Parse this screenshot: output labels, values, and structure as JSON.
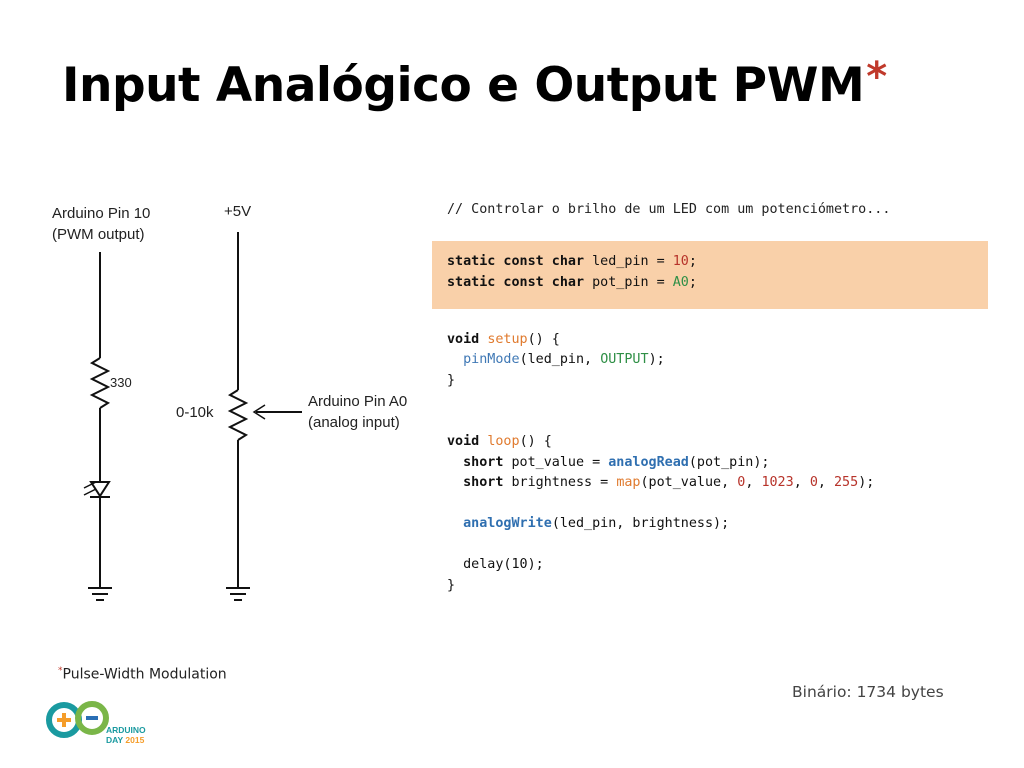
{
  "slide": {
    "title": "Input Analógico e Output PWM",
    "title_marker": "*"
  },
  "schematic": {
    "pin10_label": "Arduino Pin 10",
    "pin10_sub": "(PWM output)",
    "resistor_label": "330",
    "vcc_label": "+5V",
    "pot_label": "0-10k",
    "pinA0_label": "Arduino Pin A0",
    "pinA0_sub": "(analog input)"
  },
  "code": {
    "comment": "// Controlar o brilho de um LED com um potenciómetro...",
    "kw_static_const_char": "static const char",
    "kw_void": "void",
    "kw_short": "short",
    "led_pin": "led_pin",
    "pot_pin": "pot_pin",
    "eq": " = ",
    "semi": ";",
    "val_10": "10",
    "val_A0": "A0",
    "setup": "setup",
    "loop": "loop",
    "sig_open": "() {",
    "close_brace": "}",
    "pinMode": "pinMode",
    "pinMode_args_a": "(led_pin, ",
    "OUTPUT": "OUTPUT",
    "close_paren_semi": ");",
    "pot_value_decl": " pot_value = ",
    "analogRead": "analogRead",
    "analogRead_args": "(pot_pin);",
    "brightness_decl": " brightness = ",
    "map": "map",
    "map_arg_open": "(pot_value, ",
    "n0": "0",
    "n1023": "1023",
    "n255": "255",
    "comma": ", ",
    "analogWrite": "analogWrite",
    "analogWrite_args": "(led_pin, brightness);",
    "delay": "delay(10);"
  },
  "footnote": {
    "marker": "*",
    "text": "Pulse-Width Modulation"
  },
  "binary_size": "Binário: 1734 bytes",
  "logo": {
    "line1": "ARDUINO",
    "line2_a": "DAY",
    "line2_b": "2015",
    "colors": {
      "teal": "#1a9aa0",
      "green": "#7ab648",
      "orange": "#f59d2a",
      "blue": "#2a6fb5"
    }
  }
}
